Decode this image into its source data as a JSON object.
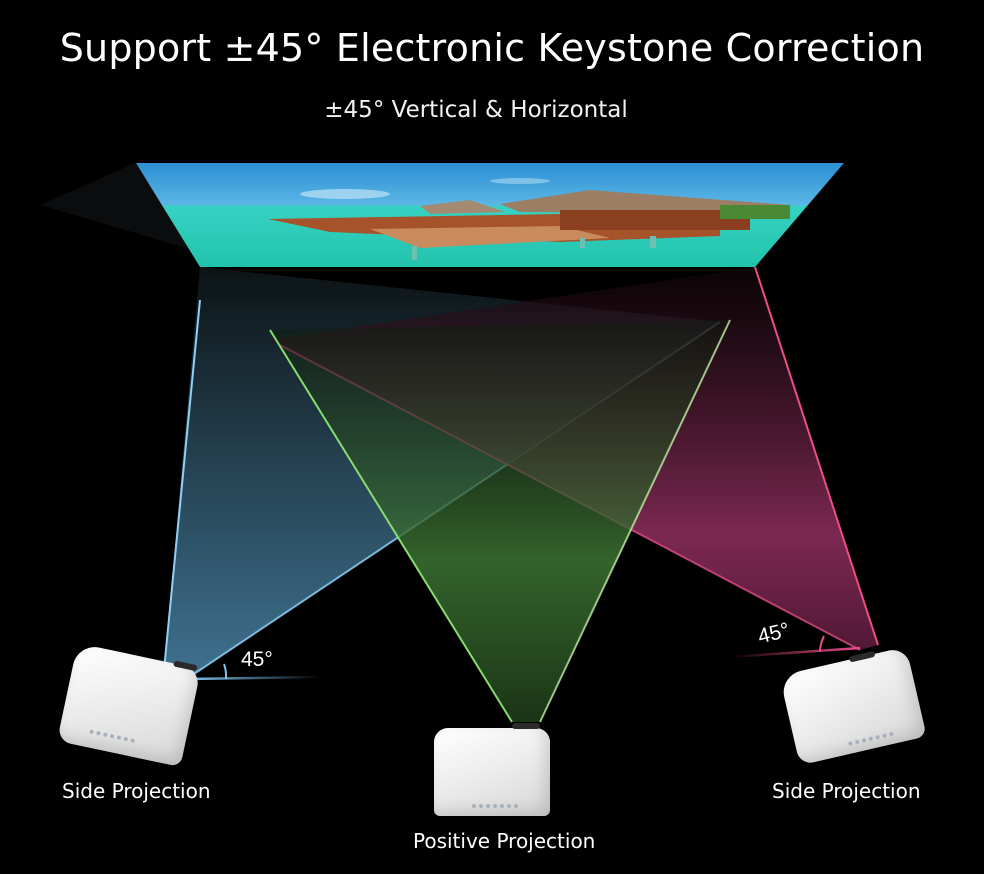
{
  "header": {
    "title": "Support ±45° Electronic Keystone Correction",
    "subtitle": "±45° Vertical & Horizontal"
  },
  "screen": {
    "description": "Overwater bungalows on turquoise lagoon",
    "colors": {
      "sky": "#3a9fd6",
      "water": "#2fd1b8",
      "wood": "#a0522d"
    }
  },
  "projectors": [
    {
      "id": "left",
      "label": "Side Projection",
      "angle_label": "45°",
      "beam_color": "#7fc4ee",
      "fill_color": "#3d6f8f"
    },
    {
      "id": "center",
      "label": "Positive Projection",
      "beam_color": "#86dc6e",
      "fill_color": "#3a6a2e"
    },
    {
      "id": "right",
      "label": "Side Projection",
      "angle_label": "45°",
      "beam_color": "#ec4d8c",
      "fill_color": "#7a2b52"
    }
  ]
}
